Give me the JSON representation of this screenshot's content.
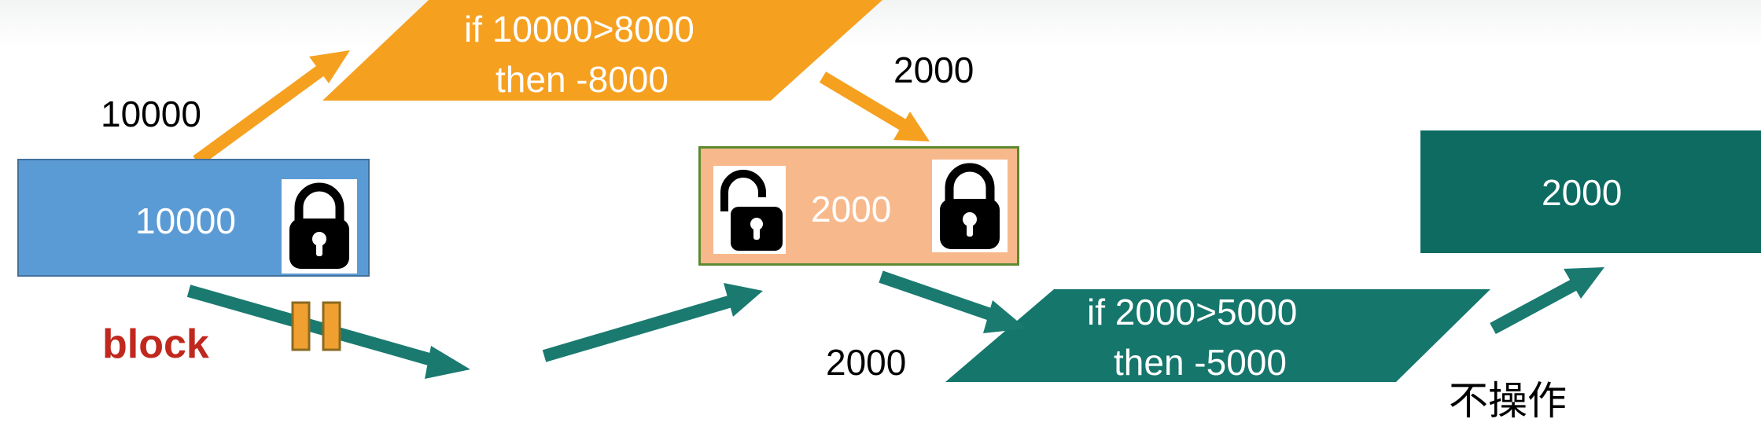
{
  "colors": {
    "orange": "#f6a020",
    "teal": "#1a7a70",
    "dark_teal": "#0d6b62",
    "blue_box": "#5b9bd5",
    "peach_box": "#f7b98c",
    "peach_border": "#5d8a2f",
    "block_red": "#c0281e",
    "pause_fill": "#f0a030"
  },
  "initial_box": {
    "value": "10000",
    "lock_icon": "lock-closed"
  },
  "top_branch": {
    "input_label": "10000",
    "condition_line1": "if 10000>8000",
    "condition_line2": "then -8000",
    "output_label": "2000"
  },
  "middle_box": {
    "value": "2000",
    "left_icon": "lock-open",
    "right_icon": "lock-closed"
  },
  "bottom_branch": {
    "block_label": "block",
    "pause_icon": "pause-icon",
    "input_label": "2000",
    "condition_line1": "if 2000>5000",
    "condition_line2": "then -5000",
    "result_note": "不操作"
  },
  "final_box": {
    "value": "2000"
  }
}
